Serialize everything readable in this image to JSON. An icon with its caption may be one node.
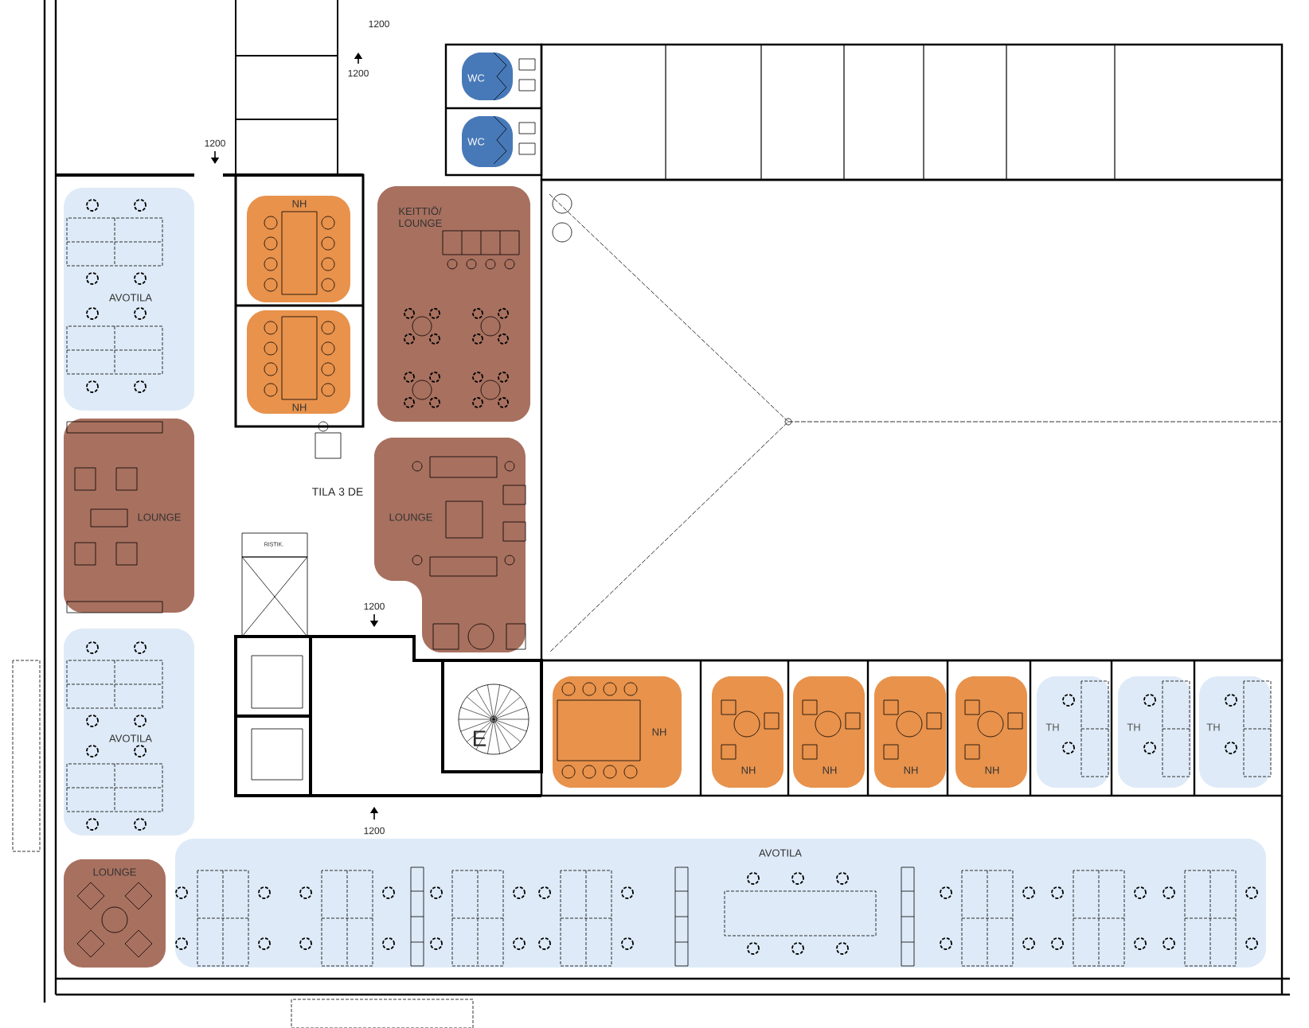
{
  "diagram": {
    "nodes": [
      {
        "text": [
          "WC"
        ]
      },
      {
        "text": [
          "WC"
        ]
      },
      {
        "text": [
          "AVOTILA"
        ]
      },
      {
        "text": [
          "NH"
        ]
      },
      {
        "text": [
          "NH"
        ]
      },
      {
        "text": [
          "KEITTIÖ/ LOUNGE"
        ]
      },
      {
        "text": [
          "LOUNGE"
        ]
      },
      {
        "text": [
          "LOUNGE"
        ]
      },
      {
        "text": [
          "AVOTILA"
        ]
      },
      {
        "text": [
          "NH"
        ]
      },
      {
        "text": [
          "NH"
        ]
      },
      {
        "text": [
          "NH"
        ]
      },
      {
        "text": [
          "NH"
        ]
      },
      {
        "text": [
          "NH"
        ]
      },
      {
        "text": [
          "TH"
        ]
      },
      {
        "text": [
          "TH"
        ]
      },
      {
        "text": [
          "TH"
        ]
      },
      {
        "text": [
          "LOUNGE"
        ]
      },
      {
        "text": [
          "AVOTILA"
        ]
      }
    ],
    "labels": [
      "1200",
      "1200",
      "1200",
      "TILA 3 DE",
      "RISTIK.",
      "1200",
      "E",
      "1200"
    ]
  }
}
